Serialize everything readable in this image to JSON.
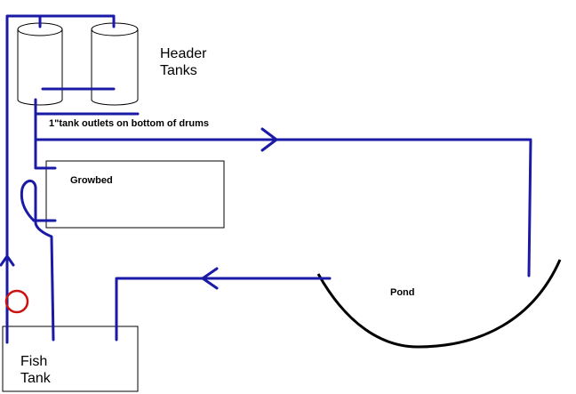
{
  "labels": {
    "header_tanks_line1": "Header",
    "header_tanks_line2": "Tanks",
    "tank_outlets": "1\"tank outlets on bottom of drums",
    "growbed": "Growbed",
    "pond": "Pond",
    "fish_tank_line1": "Fish",
    "fish_tank_line2": "Tank"
  },
  "colors": {
    "pipe": "#1a1aa6",
    "outline": "#000000",
    "valve": "#cc1111",
    "background": "#ffffff"
  }
}
